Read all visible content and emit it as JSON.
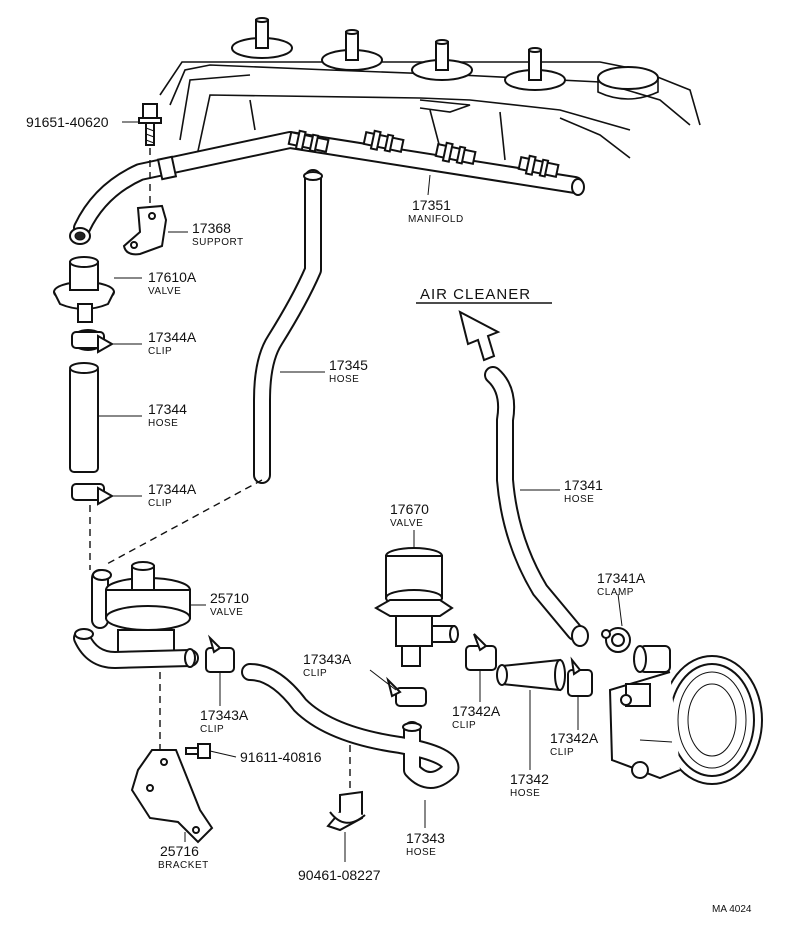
{
  "air_cleaner": "AIR CLEANER",
  "footer_code": "MA 4024",
  "labels": [
    {
      "id": "bolt-91651",
      "number": "91651-40620",
      "sub": ""
    },
    {
      "id": "support-17368",
      "number": "17368",
      "sub": "SUPPORT"
    },
    {
      "id": "valve-17610a",
      "number": "17610A",
      "sub": "VALVE"
    },
    {
      "id": "clip-17344a-top",
      "number": "17344A",
      "sub": "CLIP"
    },
    {
      "id": "hose-17344",
      "number": "17344",
      "sub": "HOSE"
    },
    {
      "id": "clip-17344a-bottom",
      "number": "17344A",
      "sub": "CLIP"
    },
    {
      "id": "hose-17345",
      "number": "17345",
      "sub": "HOSE"
    },
    {
      "id": "manifold-17351",
      "number": "17351",
      "sub": "MANIFOLD"
    },
    {
      "id": "hose-17341",
      "number": "17341",
      "sub": "HOSE"
    },
    {
      "id": "valve-17670",
      "number": "17670",
      "sub": "VALVE"
    },
    {
      "id": "valve-25710",
      "number": "25710",
      "sub": "VALVE"
    },
    {
      "id": "clamp-17341a",
      "number": "17341A",
      "sub": "CLAMP"
    },
    {
      "id": "clip-17343a-upper",
      "number": "17343A",
      "sub": "CLIP"
    },
    {
      "id": "clip-17343a-lower",
      "number": "17343A",
      "sub": "CLIP"
    },
    {
      "id": "clip-17342a-left",
      "number": "17342A",
      "sub": "CLIP"
    },
    {
      "id": "clip-17342a-right",
      "number": "17342A",
      "sub": "CLIP"
    },
    {
      "id": "hose-17342",
      "number": "17342",
      "sub": "HOSE"
    },
    {
      "id": "bolt-91611",
      "number": "91611-40816",
      "sub": ""
    },
    {
      "id": "bracket-25716",
      "number": "25716",
      "sub": "BRACKET"
    },
    {
      "id": "hose-17343",
      "number": "17343",
      "sub": "HOSE"
    },
    {
      "id": "clip-90461",
      "number": "90461-08227",
      "sub": ""
    }
  ]
}
